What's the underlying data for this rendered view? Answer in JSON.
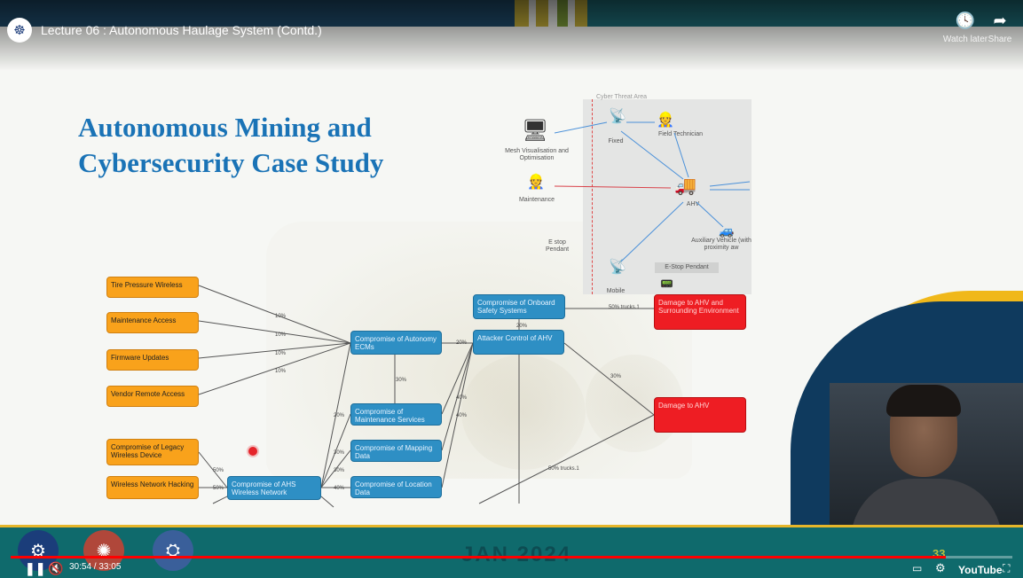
{
  "video": {
    "title": "Lecture 06 : Autonomous Haulage System (Contd.)",
    "current_time": "30:54",
    "duration": "33:05",
    "time_display": "30:54 / 33:05",
    "progress_fraction": 0.934
  },
  "top_actions": [
    {
      "label": "Watch later",
      "icon": "clock-icon"
    },
    {
      "label": "Share",
      "icon": "share-arrow-icon"
    }
  ],
  "slide": {
    "title": "Autonomous Mining and Cybersecurity Case Study",
    "counter": "33",
    "watermark": "JAN 2024"
  },
  "inset": {
    "header": "Cyber Threat Area",
    "labels": [
      "Fixed",
      "Field Technician",
      "Mesh Visualisation and Optimisation",
      "Maintenance",
      "AHV",
      "E stop Pendant",
      "Auxiliary Vehicle (with proximity aw",
      "E-Stop Pendant",
      "Mobile"
    ]
  },
  "diagram": {
    "sources": [
      "Tire Pressure Wireless",
      "Maintenance Access",
      "Firmware Updates",
      "Vendor Remote Access",
      "Compromise of Legacy Wireless Device",
      "Wireless Network Hacking"
    ],
    "nodes": [
      "Compromise of Autonomy ECMs",
      "Compromise of Maintenance Services",
      "Compromise of Mapping Data",
      "Compromise of Location Data",
      "Compromise of AHS Wireless Network",
      "Compromise of Onboard Safety Systems",
      "Attacker Control of AHV"
    ],
    "outcomes": [
      "Damage to AHV and Surrounding Environment",
      "Damage to AHV"
    ],
    "percents": [
      "10%",
      "10%",
      "10%",
      "10%",
      "30%",
      "20%",
      "20%",
      "40%",
      "40%",
      "30%",
      "30%",
      "40%",
      "20%",
      "30%",
      "50%",
      "50%"
    ],
    "edge_notes": [
      "50%  trucks.1",
      "50%  trucks.1"
    ]
  },
  "controls": {
    "play_pause": "pause",
    "muted": true,
    "brand": "YouTube"
  },
  "colors": {
    "title_blue": "#1a73b6",
    "source_orange": "#f9a21b",
    "node_blue": "#2e8fc4",
    "outcome_red": "#ee1d23",
    "progress_red": "#ff0000",
    "bar_teal": "#0f6a6c"
  }
}
